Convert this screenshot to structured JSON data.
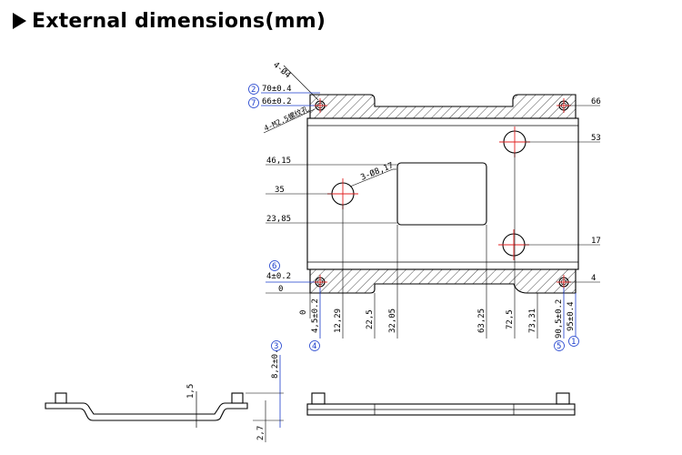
{
  "header": {
    "title": "External dimensions(mm)"
  },
  "labels": {
    "hole_count_note": "4-Ø4",
    "dim_70": "70±0.4",
    "dim_66tol": "66±0.2",
    "thread_note": "4-M2.5螺纹孔",
    "right_66": "66",
    "right_53": "53",
    "right_17": "17",
    "right_4": "4",
    "left_46": "46,15",
    "left_35": "35",
    "left_23": "23,85",
    "left_4tol": "4±0.2",
    "left_0": "0",
    "hole_note": "3-Ø8,17",
    "bottom_0": "0",
    "bottom_45": "4,5±0.2",
    "bottom_1229": "12,29",
    "bottom_225": "22,5",
    "bottom_3205": "32,05",
    "bottom_6325": "63,25",
    "bottom_725": "72,5",
    "bottom_7331": "73,31",
    "bottom_905": "90,5±0.2",
    "bottom_95": "95±0.4",
    "side_15": "1,5",
    "side_82": "8,2±0.3",
    "side_27": "2,7"
  },
  "callouts": {
    "c1": "1",
    "c2": "2",
    "c3": "3",
    "c4": "4",
    "c5": "5",
    "c6": "6",
    "c7": "7"
  },
  "colors": {
    "callout_blue": "#1a3ccc",
    "centerline_red": "#e02020",
    "outline": "#000000"
  }
}
